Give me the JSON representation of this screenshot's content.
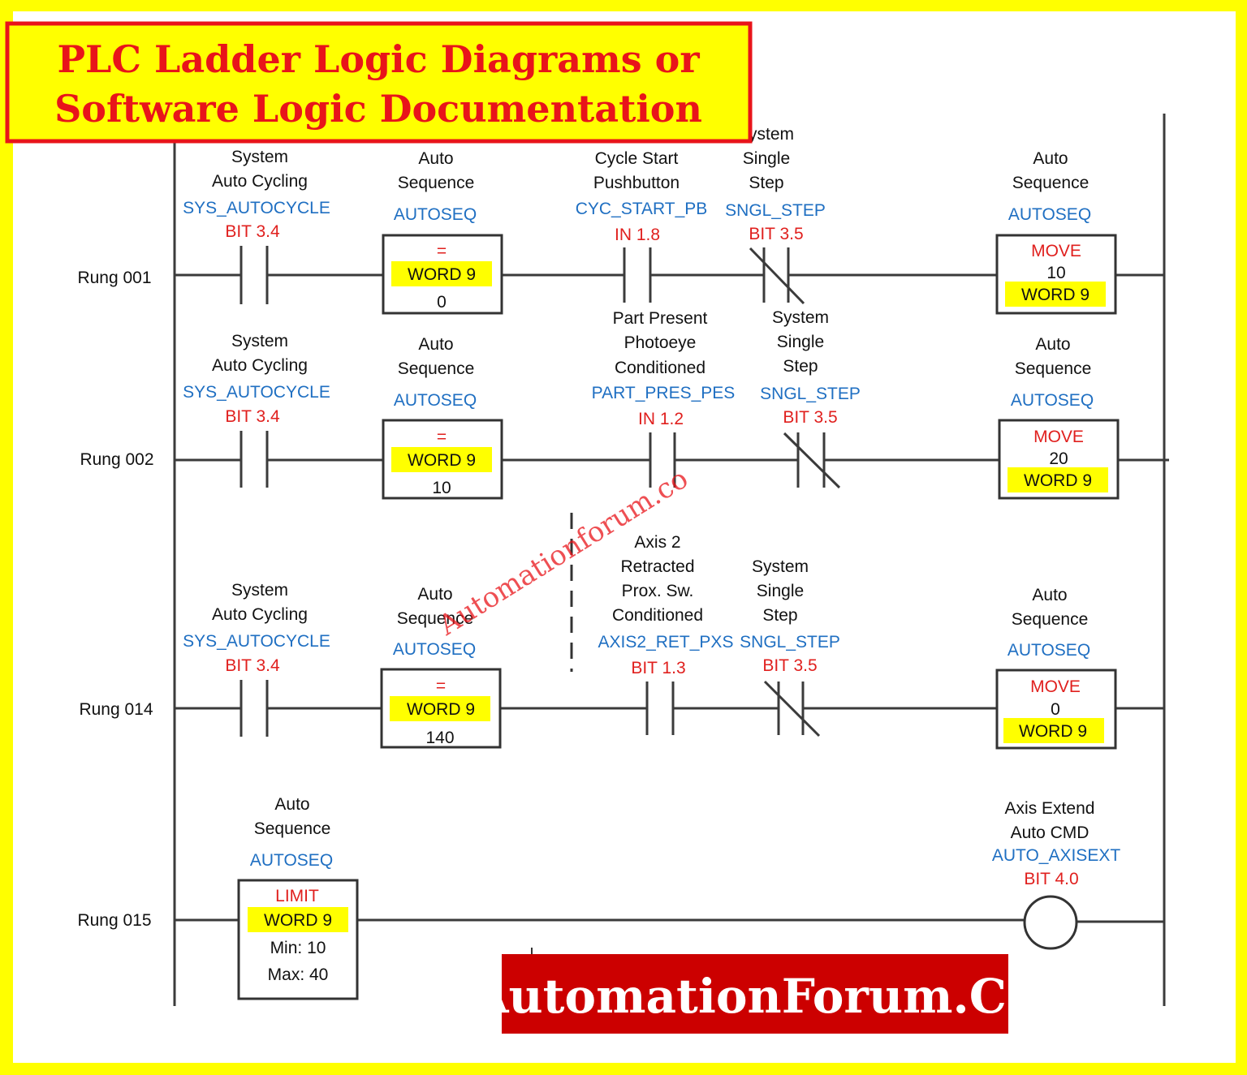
{
  "title": {
    "line1": "PLC Ladder Logic Diagrams or",
    "line2": "Software Logic Documentation"
  },
  "brand": "AutomationForum.Co",
  "watermark": "Automationforum.co",
  "colors": {
    "frame": "#ffff00",
    "title": "#e8141a",
    "tag": "#1f6fc2",
    "address": "#e0201e",
    "highlight": "#ffff00",
    "brand_bg": "#cc0000"
  },
  "rungs": [
    {
      "label": "Rung 001",
      "c1": {
        "desc1": "System",
        "desc2": "Auto Cycling",
        "tag": "SYS_AUTOCYCLE",
        "addr": "BIT 3.4"
      },
      "cmp": {
        "desc1": "Auto",
        "desc2": "Sequence",
        "tag": "AUTOSEQ",
        "op": "=",
        "word": "WORD 9",
        "value": "0"
      },
      "c2": {
        "desc1": "Cycle Start",
        "desc2": "Pushbutton",
        "tag": "CYC_START_PB",
        "addr": "IN 1.8"
      },
      "c3": {
        "desc1": "ystem",
        "desc2": "Single",
        "desc3": "Step",
        "tag": "SNGL_STEP",
        "addr": "BIT 3.5"
      },
      "out": {
        "desc1": "Auto",
        "desc2": "Sequence",
        "tag": "AUTOSEQ",
        "op": "MOVE",
        "value": "10",
        "word": "WORD 9"
      }
    },
    {
      "label": "Rung 002",
      "c1": {
        "desc1": "System",
        "desc2": "Auto Cycling",
        "tag": "SYS_AUTOCYCLE",
        "addr": "BIT 3.4"
      },
      "cmp": {
        "desc1": "Auto",
        "desc2": "Sequence",
        "tag": "AUTOSEQ",
        "op": "=",
        "word": "WORD 9",
        "value": "10"
      },
      "c2": {
        "desc1": "Part Present",
        "desc2": "Photoeye",
        "desc3": "Conditioned",
        "tag": "PART_PRES_PES",
        "addr": "IN 1.2"
      },
      "c3": {
        "desc1": "System",
        "desc2": "Single",
        "desc3": "Step",
        "tag": "SNGL_STEP",
        "addr": "BIT 3.5"
      },
      "out": {
        "desc1": "Auto",
        "desc2": "Sequence",
        "tag": "AUTOSEQ",
        "op": "MOVE",
        "value": "20",
        "word": "WORD 9"
      }
    },
    {
      "label": "Rung 014",
      "c1": {
        "desc1": "System",
        "desc2": "Auto Cycling",
        "tag": "SYS_AUTOCYCLE",
        "addr": "BIT 3.4"
      },
      "cmp": {
        "desc1": "Auto",
        "desc2": "Sequence",
        "tag": "AUTOSEQ",
        "op": "=",
        "word": "WORD 9",
        "value": "140"
      },
      "c2": {
        "desc1": "Axis 2",
        "desc2": "Retracted",
        "desc3": "Prox. Sw.",
        "desc4": "Conditioned",
        "tag": "AXIS2_RET_PXS",
        "addr": "BIT 1.3"
      },
      "c3": {
        "desc1": "System",
        "desc2": "Single",
        "desc3": "Step",
        "tag": "SNGL_STEP",
        "addr": "BIT 3.5"
      },
      "out": {
        "desc1": "Auto",
        "desc2": "Sequence",
        "tag": "AUTOSEQ",
        "op": "MOVE",
        "value": "0",
        "word": "WORD 9"
      }
    }
  ],
  "rung015": {
    "label": "Rung 015",
    "limit": {
      "desc1": "Auto",
      "desc2": "Sequence",
      "tag": "AUTOSEQ",
      "op": "LIMIT",
      "word": "WORD 9",
      "min": "Min: 10",
      "max": "Max: 40"
    },
    "coil": {
      "desc1": "Axis Extend",
      "desc2": "Auto CMD",
      "tag": "AUTO_AXISEXT",
      "addr": "BIT 4.0"
    }
  }
}
